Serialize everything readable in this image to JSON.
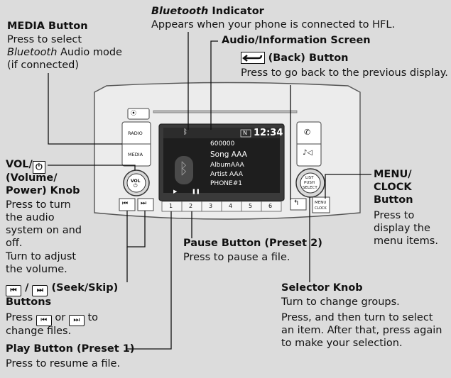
{
  "colors": {
    "background": "#dcdcdc",
    "panel": "#ededed",
    "screen_bg": "#1e1e1e",
    "line": "#111111"
  },
  "callouts": {
    "bluetooth_indicator": {
      "title": "Bluetooth",
      "title_suffix": " Indicator",
      "desc": "Appears when your phone is connected to HFL."
    },
    "media_button": {
      "title": "MEDIA Button",
      "desc1": "Press to select",
      "desc2_italic": "Bluetooth",
      "desc2_rest": " Audio mode",
      "desc3": "(if connected)"
    },
    "audio_screen": {
      "title": "Audio/Information Screen"
    },
    "back_button": {
      "title": "(Back) Button",
      "desc": "Press to go back to the previous display.",
      "icon": "back-arrow-icon"
    },
    "vol_knob": {
      "title1": "VOL/",
      "title2": "(Volume/",
      "title3": "Power) Knob",
      "desc1": "Press to turn",
      "desc2": "the audio",
      "desc3": "system on and",
      "desc4": "off.",
      "desc5": "Turn to adjust",
      "desc6": "the volume.",
      "icon": "power-icon"
    },
    "menu_clock": {
      "title1": "MENU/",
      "title2": "CLOCK",
      "title3": "Button",
      "desc1": "Press to",
      "desc2": "display the",
      "desc3": "menu items."
    },
    "pause_button": {
      "title": "Pause Button (Preset 2)",
      "desc": "Press to pause a file."
    },
    "seek_skip": {
      "slash": "/",
      "title": "(Seek/Skip)",
      "title2": "Buttons",
      "desc_pre": "Press",
      "desc_or": "or",
      "desc_to": "to",
      "desc2": "change files."
    },
    "selector_knob": {
      "title": "Selector Knob",
      "desc1": "Turn to change groups.",
      "desc2": "Press, and then turn to select",
      "desc3": "an item. After that, press again",
      "desc4": "to make your selection."
    },
    "play_button": {
      "title": "Play Button (Preset 1)",
      "desc": "Press to resume a file."
    }
  },
  "unit": {
    "radio_label": "RADIO",
    "media_label": "MEDIA",
    "vol_label": "VOL",
    "list_label1": "LIST",
    "list_label2": "PUSH",
    "list_label3": "SELECT",
    "menu_label1": "MENU",
    "menu_label2": "CLOCK",
    "screen": {
      "n_badge": "N",
      "time": "12:34",
      "track_number": "600000",
      "song": "Song AAA",
      "album": "AlbumAAA",
      "artist": "Artist AAA",
      "phone": "PHONE#1",
      "presets": [
        "1",
        "2",
        "3",
        "4",
        "5",
        "6"
      ]
    }
  }
}
